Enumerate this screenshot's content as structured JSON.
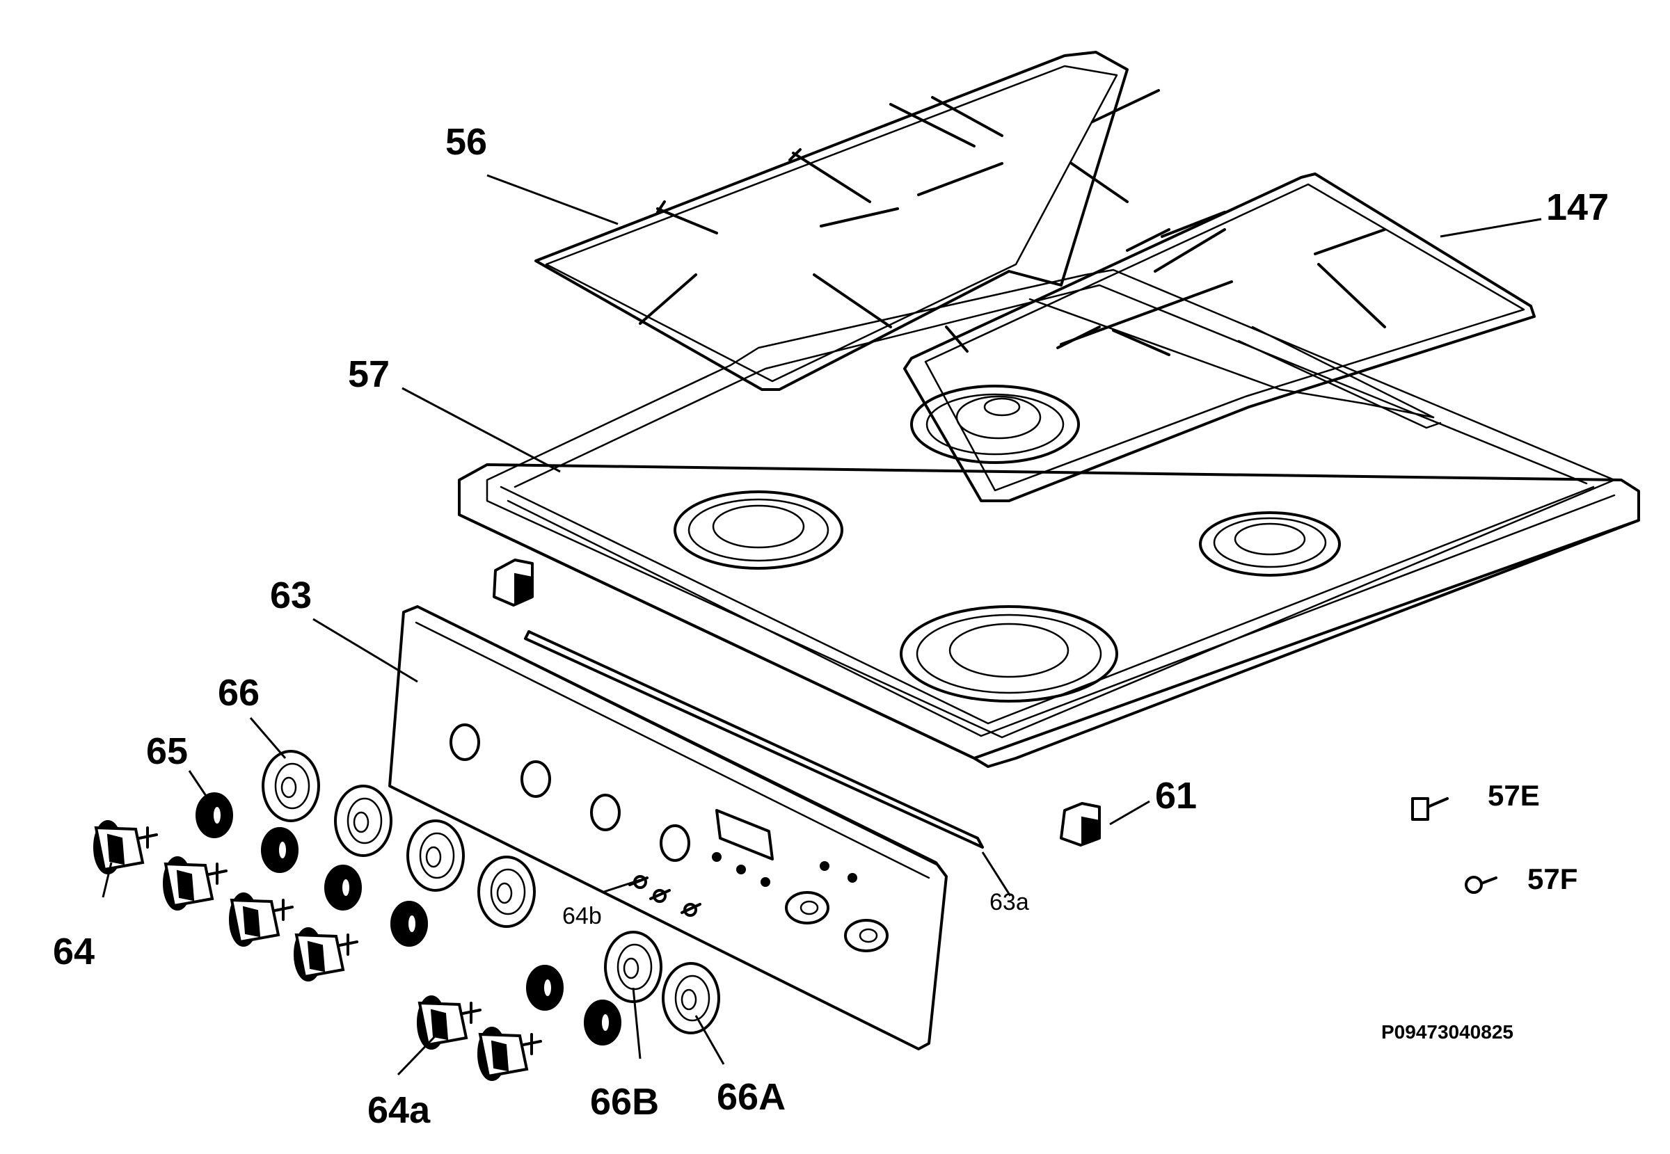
{
  "callouts": {
    "c56": "56",
    "c147": "147",
    "c57": "57",
    "c63": "63",
    "c66": "66",
    "c65": "65",
    "c64": "64",
    "c61": "61",
    "c57E": "57E",
    "c57F": "57F",
    "c63a": "63a",
    "c64b": "64b",
    "c64a": "64a",
    "c66B": "66B",
    "c66A": "66A"
  },
  "drawing_code": "P09473040825"
}
